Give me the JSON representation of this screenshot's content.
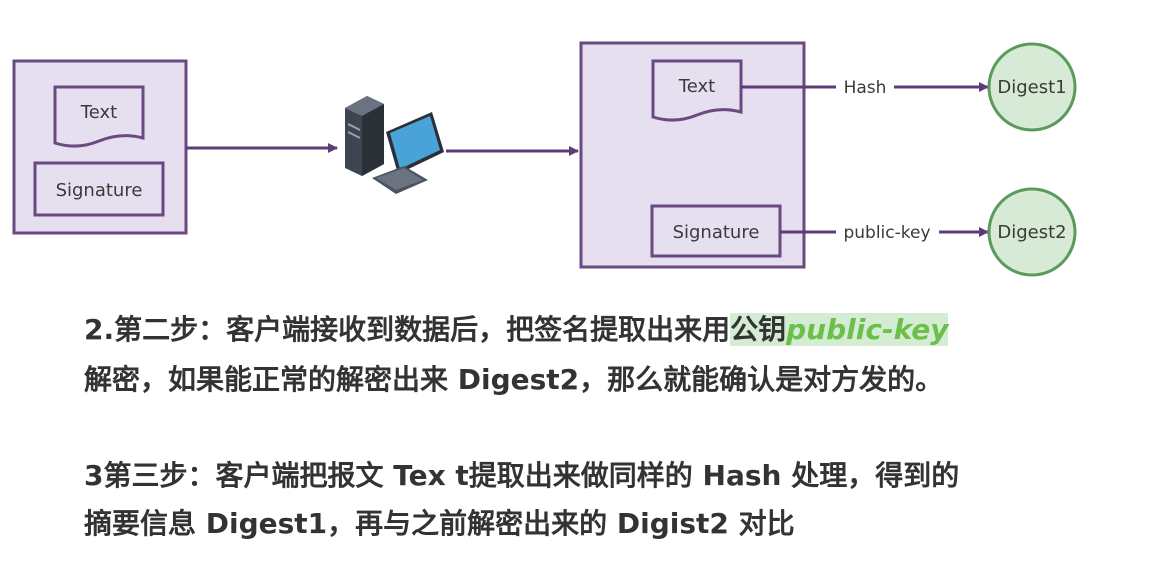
{
  "diagram": {
    "sender_text_label": "Text",
    "sender_signature_label": "Signature",
    "receiver_text_label": "Text",
    "receiver_signature_label": "Signature",
    "hash_label": "Hash",
    "public_key_label": "public-key",
    "digest1_label": "Digest1",
    "digest2_label": "Digest2",
    "computer_icon": "desktop-computer-icon"
  },
  "colors": {
    "box_fill": "#e6dff0",
    "box_stroke": "#6a4a80",
    "arrow": "#5e3c78",
    "digest_fill": "#d6ead6",
    "digest_stroke": "#5a9a5a",
    "highlight_bg": "#d3ecd3",
    "highlight_text": "#6cc04a",
    "body_text": "#333333"
  },
  "step2": {
    "line1_prefix": "2.第二步：客户端接收到数据后，把签名提取出来用",
    "line1_highlight": "公钥",
    "line1_highlight_italic": "public-key",
    "line2": "解密，如果能正常的解密出来 Digest2，那么就能确认是对方发的。"
  },
  "step3": {
    "line1": "3第三步：客户端把报文 Tex t提取出来做同样的 Hash 处理，得到的",
    "line2": "摘要信息 Digest1，再与之前解密出来的 Digist2 对比"
  }
}
